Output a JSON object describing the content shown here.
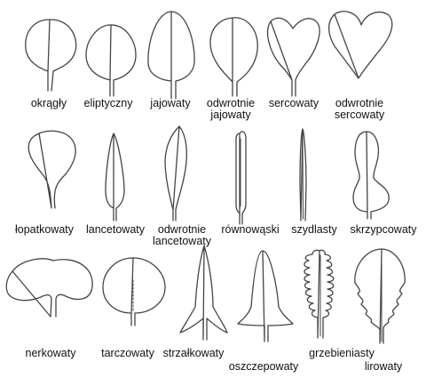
{
  "labels": {
    "okragly": "okrągły",
    "eliptyczny": "eliptyczny",
    "jajowaty": "jajowaty",
    "odwrotnie_jajowaty": "odwrotnie\njajowaty",
    "sercowaty": "sercowaty",
    "odwrotnie_sercowaty": "odwrotnie\nsercowaty",
    "lopatkowaty": "łopatkowaty",
    "lancetowaty": "lancetowaty",
    "odwrotnie_lancetowaty": "odwrotnie\nlancetowaty",
    "rownowaski": "równowąski",
    "szydlasty": "szydlasty",
    "skrzypcowaty": "skrzypcowaty",
    "nerkowaty": "nerkowaty",
    "tarczowaty": "tarczowaty",
    "strzalkowaty": "strzałkowaty",
    "oszczepowaty": "oszczepowaty",
    "grzebieniasty": "grzebieniasty",
    "lirowaty": "lirowaty"
  }
}
